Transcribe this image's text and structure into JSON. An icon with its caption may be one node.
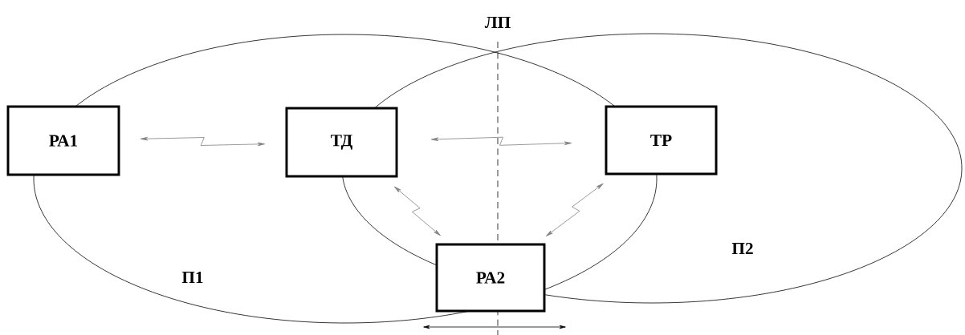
{
  "diagram": {
    "nodes": [
      {
        "text": [
          "РА1"
        ]
      },
      {
        "text": [
          "ТД"
        ]
      },
      {
        "text": [
          "ТР"
        ]
      },
      {
        "text": [
          "РА2"
        ]
      }
    ],
    "edges": [
      {
        "from": 0,
        "to": 1,
        "arrow": "both",
        "color": "#808080"
      },
      {
        "from": 1,
        "to": 2,
        "arrow": "both",
        "color": "#808080"
      },
      {
        "from": 1,
        "to": 3,
        "arrow": "both",
        "color": "#808080"
      },
      {
        "from": 2,
        "to": 3,
        "arrow": "both",
        "color": "#808080"
      }
    ],
    "labels": [
      "ЛП",
      "П1",
      "П2"
    ]
  }
}
